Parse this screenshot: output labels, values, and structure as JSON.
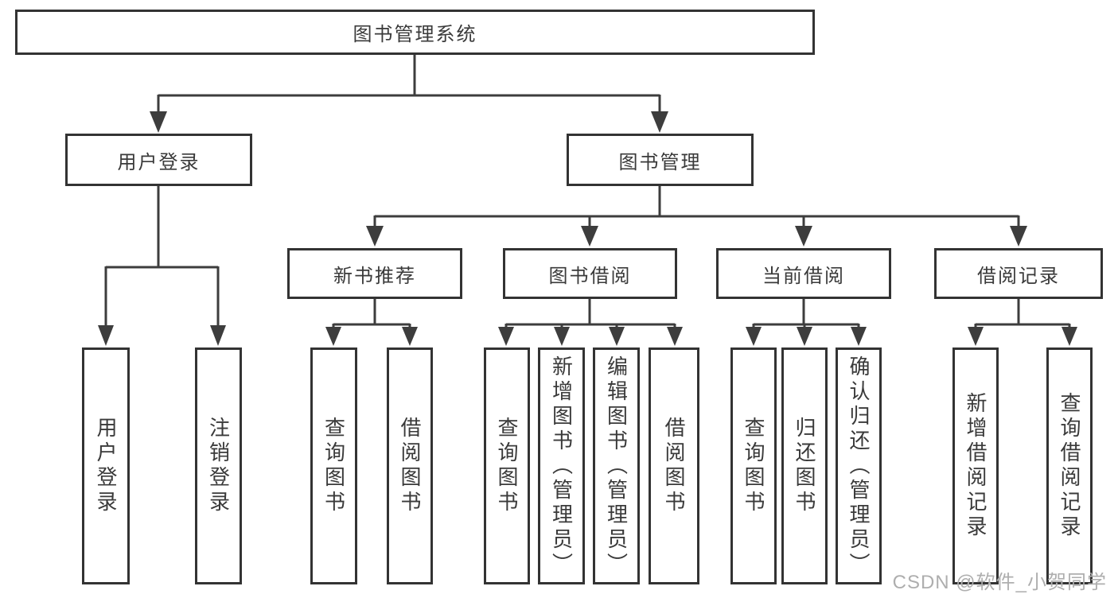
{
  "diagram": {
    "type": "hierarchy-tree",
    "root": "图书管理系统",
    "branches": [
      {
        "label": "用户登录",
        "children": [
          "用户登录",
          "注销登录"
        ]
      },
      {
        "label": "图书管理",
        "children": [
          {
            "label": "新书推荐",
            "children": [
              "查询图书",
              "借阅图书"
            ]
          },
          {
            "label": "图书借阅",
            "children": [
              "查询图书",
              "新增图书（管理员）",
              "编辑图书（管理员）",
              "借阅图书"
            ]
          },
          {
            "label": "当前借阅",
            "children": [
              "查询图书",
              "归还图书",
              "确认归还（管理员）"
            ]
          },
          {
            "label": "借阅记录",
            "children": [
              "新增借阅记录",
              "查询借阅记录"
            ]
          }
        ]
      }
    ],
    "colors": {
      "line": "#3d3d3d",
      "border": "#333333",
      "text": "#3a3a3a",
      "watermark": "#aeaeae",
      "bg": "#ffffff"
    }
  },
  "watermark": {
    "text": "CSDN @软件_小贺同学"
  }
}
